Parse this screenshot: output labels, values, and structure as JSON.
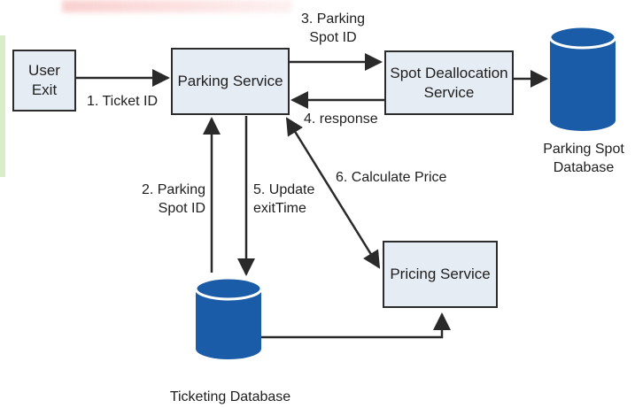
{
  "nodes": {
    "user_exit": "User\nExit",
    "parking_service": "Parking Service",
    "spot_deallocation": "Spot Deallocation\nService",
    "pricing_service": "Pricing Service",
    "parking_spot_db": "Parking Spot\nDatabase",
    "ticketing_db": "Ticketing Database"
  },
  "edges": {
    "e1": "1. Ticket ID",
    "e2": "2. Parking\nSpot ID",
    "e3": "3. Parking\nSpot ID",
    "e4": "4. response",
    "e5": "5. Update\nexitTime",
    "e6": "6. Calculate Price"
  },
  "colors": {
    "box_fill": "#e6ecf4",
    "box_border": "#2c2c2c",
    "database": "#1a5ca8",
    "arrow": "#2a2a2a"
  }
}
